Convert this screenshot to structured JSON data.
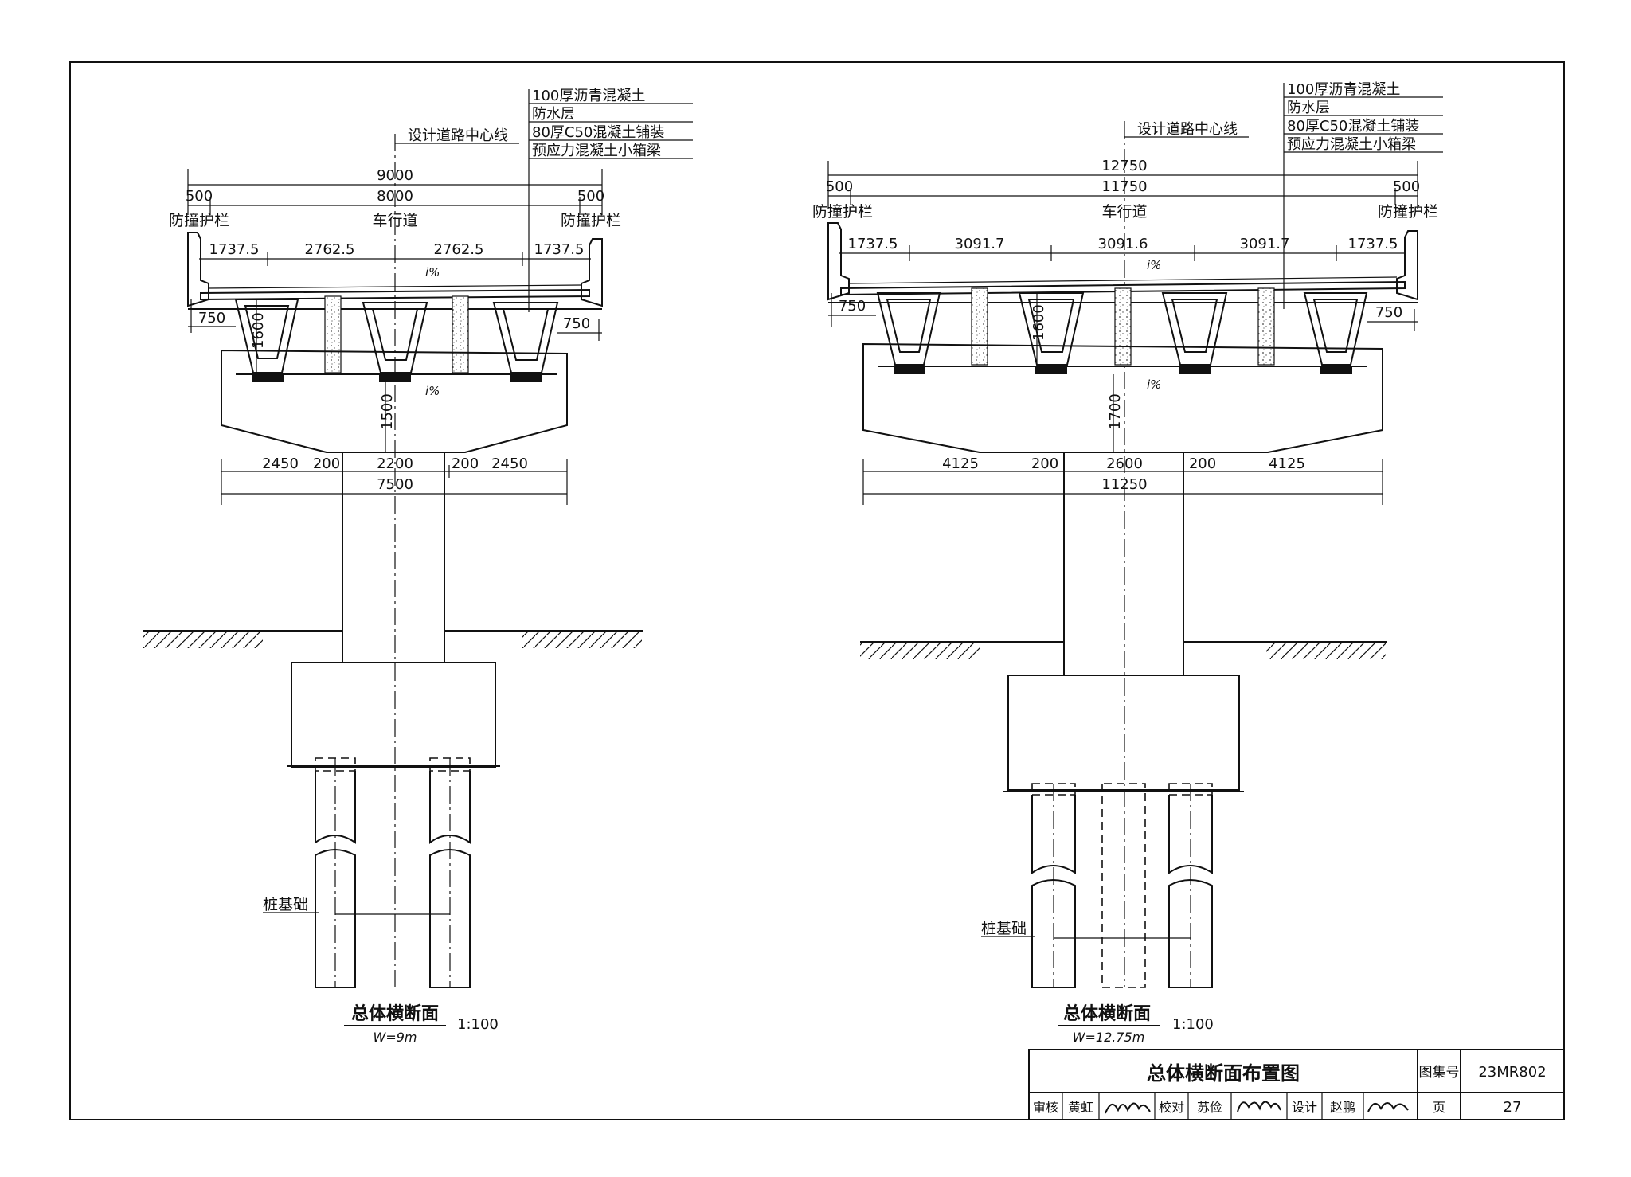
{
  "left": {
    "layers": [
      "100厚沥青混凝土",
      "防水层",
      "80厚C50混凝土铺装",
      "预应力混凝土小箱梁"
    ],
    "centerline_label": "设计道路中心线",
    "total_width": "9000",
    "barrier_left_width": "500",
    "road_width": "8000",
    "barrier_right_width": "500",
    "barrier_left_label": "防撞护栏",
    "road_label": "车行道",
    "barrier_right_label": "防撞护栏",
    "spacing": [
      "1737.5",
      "2762.5",
      "2762.5",
      "1737.5"
    ],
    "slope": "i%",
    "overhang_left": "750",
    "overhang_right": "750",
    "girder_height": "1600",
    "cap_height": "1500",
    "cap_segments": [
      "2450",
      "200",
      "2200",
      "200",
      "2450"
    ],
    "cap_total": "7500",
    "pile_label": "桩基础",
    "title": "总体横断面",
    "width_note": "W=9m",
    "scale": "1:100"
  },
  "right": {
    "layers": [
      "100厚沥青混凝土",
      "防水层",
      "80厚C50混凝土铺装",
      "预应力混凝土小箱梁"
    ],
    "centerline_label": "设计道路中心线",
    "total_width": "12750",
    "barrier_left_width": "500",
    "road_width": "11750",
    "barrier_right_width": "500",
    "barrier_left_label": "防撞护栏",
    "road_label": "车行道",
    "barrier_right_label": "防撞护栏",
    "spacing": [
      "1737.5",
      "3091.7",
      "3091.6",
      "3091.7",
      "1737.5"
    ],
    "slope": "i%",
    "overhang_left": "750",
    "overhang_right": "750",
    "girder_height": "1600",
    "cap_height": "1700",
    "cap_segments": [
      "4125",
      "200",
      "2600",
      "200",
      "4125"
    ],
    "cap_total": "11250",
    "pile_label": "桩基础",
    "title": "总体横断面",
    "width_note": "W=12.75m",
    "scale": "1:100"
  },
  "title_block": {
    "drawing_title": "总体横断面布置图",
    "atlas_label": "图集号",
    "atlas_no": "23MR802",
    "review_label": "审核",
    "reviewer": "黄虹",
    "check_label": "校对",
    "checker": "苏俭",
    "design_label": "设计",
    "designer": "赵鹏",
    "page_label": "页",
    "page_no": "27"
  }
}
